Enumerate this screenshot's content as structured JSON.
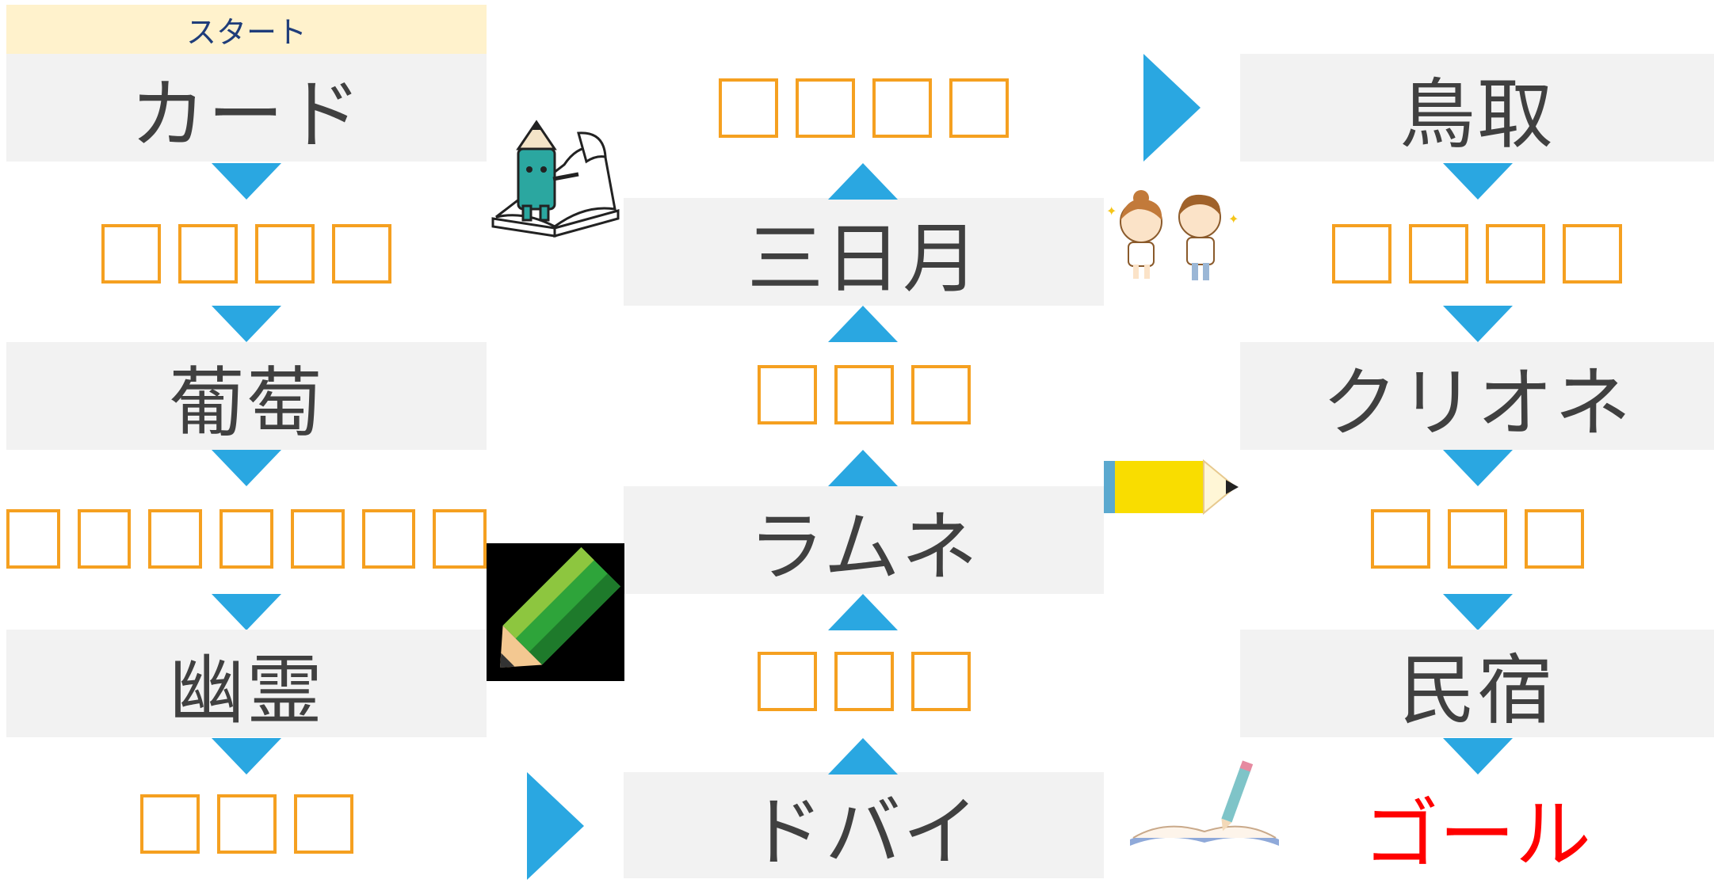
{
  "start_label": "スタート",
  "col1": {
    "w1": "カード",
    "w2": "葡萄",
    "w3": "幽霊"
  },
  "col2": {
    "w1": "ドバイ",
    "w2": "ラムネ",
    "w3": "三日月"
  },
  "col3": {
    "w1": "鳥取",
    "w2": "クリオネ",
    "w3": "民宿"
  },
  "goal_label": "ゴール",
  "blanks": {
    "col1": [
      4,
      7,
      3
    ],
    "col2": [
      3,
      3,
      4
    ],
    "col3": [
      4,
      3
    ]
  },
  "colors": {
    "arrow": "#2AA7E1",
    "blank_border": "#F5A020",
    "box_bg": "#F2F2F2",
    "start_bg": "#FFF2CC",
    "goal_text": "#FF0000"
  },
  "icons": [
    "pencil-reading-book-icon",
    "green-pencil-icon",
    "cheering-kids-icon",
    "yellow-pencil-icon",
    "book-and-pen-icon"
  ]
}
